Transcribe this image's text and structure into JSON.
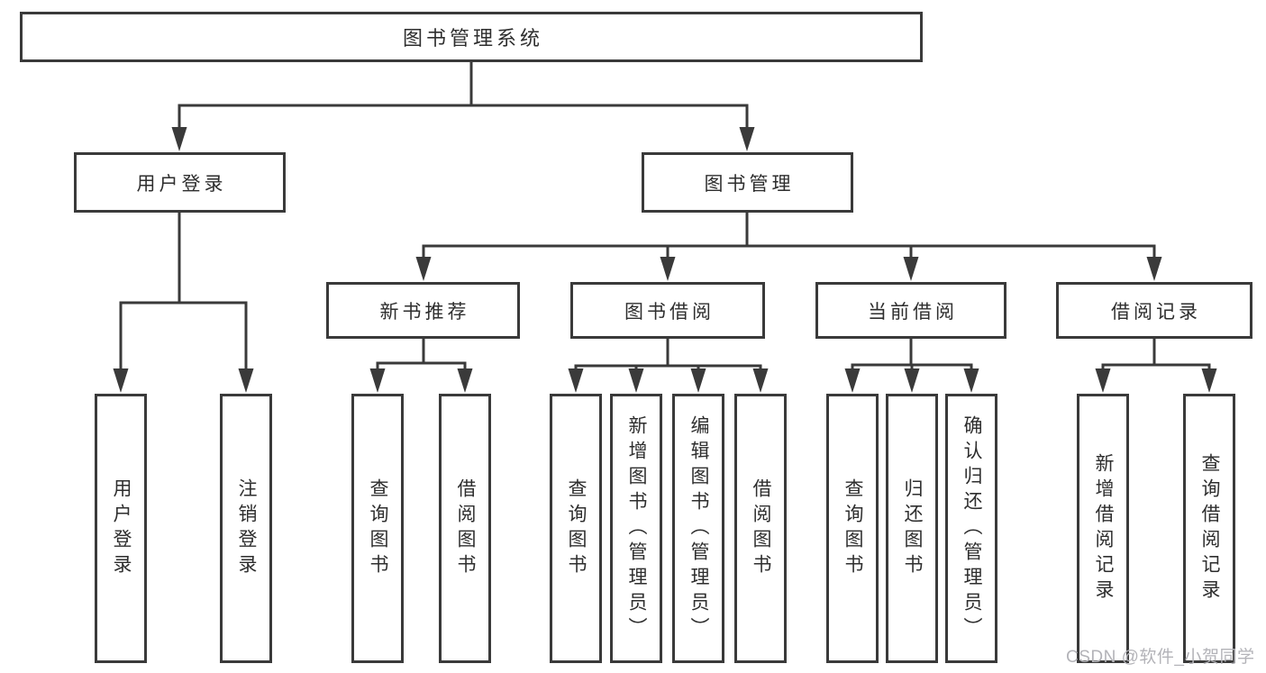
{
  "root": {
    "label": "图书管理系统"
  },
  "level2": [
    {
      "label": "用户登录"
    },
    {
      "label": "图书管理"
    }
  ],
  "level3": [
    {
      "label": "新书推荐",
      "parent": "图书管理"
    },
    {
      "label": "图书借阅",
      "parent": "图书管理"
    },
    {
      "label": "当前借阅",
      "parent": "图书管理"
    },
    {
      "label": "借阅记录",
      "parent": "图书管理"
    }
  ],
  "leaves": [
    {
      "label": "用户登录",
      "parent": "用户登录"
    },
    {
      "label": "注销登录",
      "parent": "用户登录"
    },
    {
      "label": "查询图书",
      "parent": "新书推荐"
    },
    {
      "label": "借阅图书",
      "parent": "新书推荐"
    },
    {
      "label": "查询图书",
      "parent": "图书借阅"
    },
    {
      "label": "新增图书（管理员）",
      "parent": "图书借阅"
    },
    {
      "label": "编辑图书（管理员）",
      "parent": "图书借阅"
    },
    {
      "label": "借阅图书",
      "parent": "图书借阅"
    },
    {
      "label": "查询图书",
      "parent": "当前借阅"
    },
    {
      "label": "归还图书",
      "parent": "当前借阅"
    },
    {
      "label": "确认归还（管理员）",
      "parent": "当前借阅"
    },
    {
      "label": "新增借阅记录",
      "parent": "借阅记录"
    },
    {
      "label": "查询借阅记录",
      "parent": "借阅记录"
    }
  ],
  "watermark": {
    "text": "CSDN @软件_小贺同学",
    "color": "#b3b3b8"
  },
  "colors": {
    "line": "#3a3a3a",
    "text": "#2e2e2e",
    "background": "#ffffff"
  }
}
